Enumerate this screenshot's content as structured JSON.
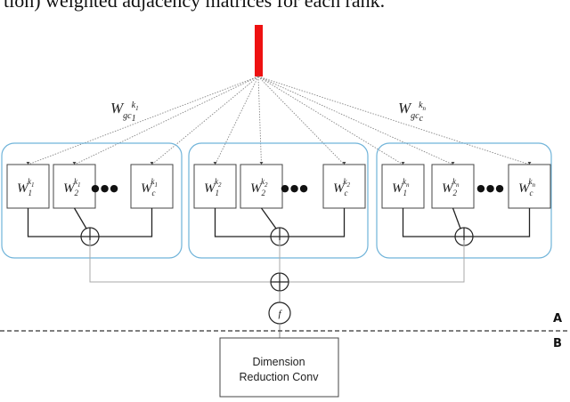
{
  "caption": "tion) weighted adjacency matrices for each rank.",
  "edge_labels": {
    "left": {
      "base": "W",
      "sub": "gc",
      "sub2": "1",
      "sup": "k",
      "sup2": "1"
    },
    "right": {
      "base": "W",
      "sub": "gc",
      "sub2": "c",
      "sup": "k",
      "sup2": "n"
    }
  },
  "groups": [
    {
      "cells": [
        {
          "base": "W",
          "sub": "1",
          "sup": "k",
          "sup_sub": "1"
        },
        {
          "base": "W",
          "sub": "2",
          "sup": "k",
          "sup_sub": "1"
        },
        {
          "base": "W",
          "sub": "c",
          "sup": "k",
          "sup_sub": "1"
        }
      ]
    },
    {
      "cells": [
        {
          "base": "W",
          "sub": "1",
          "sup": "k",
          "sup_sub": "2"
        },
        {
          "base": "W",
          "sub": "2",
          "sup": "k",
          "sup_sub": "2"
        },
        {
          "base": "W",
          "sub": "c",
          "sup": "k",
          "sup_sub": "2"
        }
      ]
    },
    {
      "cells": [
        {
          "base": "W",
          "sub": "1",
          "sup": "k",
          "sup_sub": "n"
        },
        {
          "base": "W",
          "sub": "2",
          "sup": "k",
          "sup_sub": "n"
        },
        {
          "base": "W",
          "sub": "c",
          "sup": "k",
          "sup_sub": "n"
        }
      ]
    }
  ],
  "ellipsis": "●●●",
  "activation_symbol": "f",
  "section_labels": {
    "a": "A",
    "b": "B"
  },
  "reduction_box": {
    "line1": "Dimension",
    "line2": "Reduction Conv"
  },
  "colors": {
    "input_bar": "#ee1111",
    "group_border": "#6fb3d9",
    "line": "#222222",
    "dotted": "#888888"
  }
}
